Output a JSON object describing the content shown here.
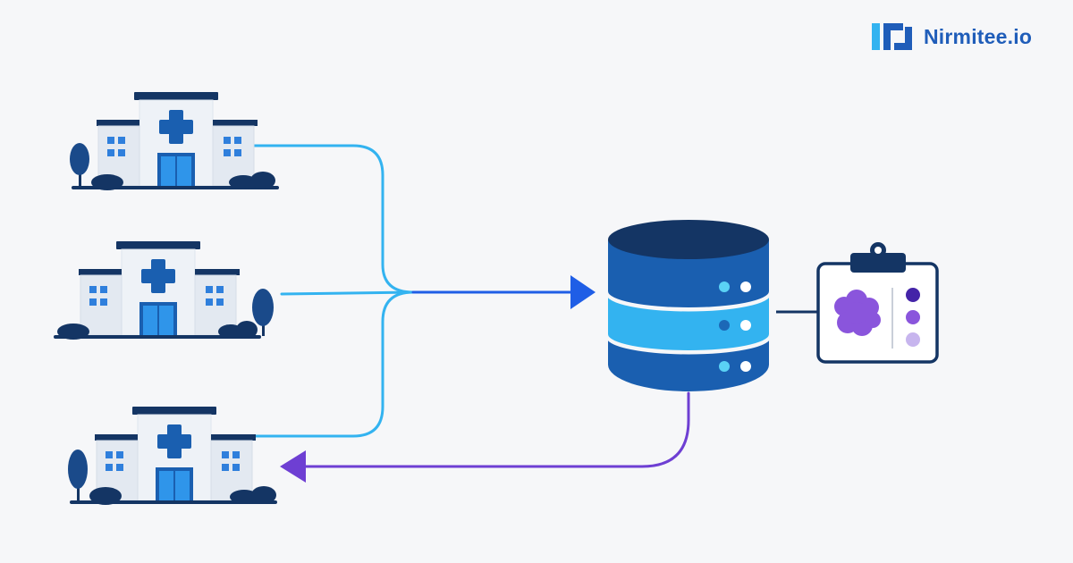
{
  "brand": {
    "name": "Nirmitee.io",
    "logo_icon": "nirmitee-logo-icon"
  },
  "diagram": {
    "hospitals": [
      {
        "name": "hospital-1",
        "icon": "hospital-icon"
      },
      {
        "name": "hospital-2",
        "icon": "hospital-icon"
      },
      {
        "name": "hospital-3",
        "icon": "hospital-icon"
      }
    ],
    "central_node": {
      "icon": "database-icon"
    },
    "report_node": {
      "icon": "clipboard-report-icon"
    },
    "flows": [
      {
        "from": "hospital-1",
        "to": "database",
        "direction": "inbound"
      },
      {
        "from": "hospital-2",
        "to": "database",
        "direction": "inbound"
      },
      {
        "from": "hospital-3",
        "to": "database",
        "direction": "inbound"
      },
      {
        "from": "database",
        "to": "hospital-3",
        "direction": "outbound"
      },
      {
        "from": "database",
        "to": "clipboard-report",
        "direction": "link"
      }
    ]
  },
  "colors": {
    "background": "#f6f7f9",
    "navy": "#143564",
    "blue_dark": "#1a5fb0",
    "blue_mid": "#2a7de1",
    "cyan": "#33b3f0",
    "arrow_blue": "#1f5ee6",
    "purple": "#6e3fd3",
    "purple_light": "#b7a2ea",
    "building_wall": "#eef2f7",
    "building_window": "#2f7fdc",
    "brand_text": "#1f5db9"
  }
}
